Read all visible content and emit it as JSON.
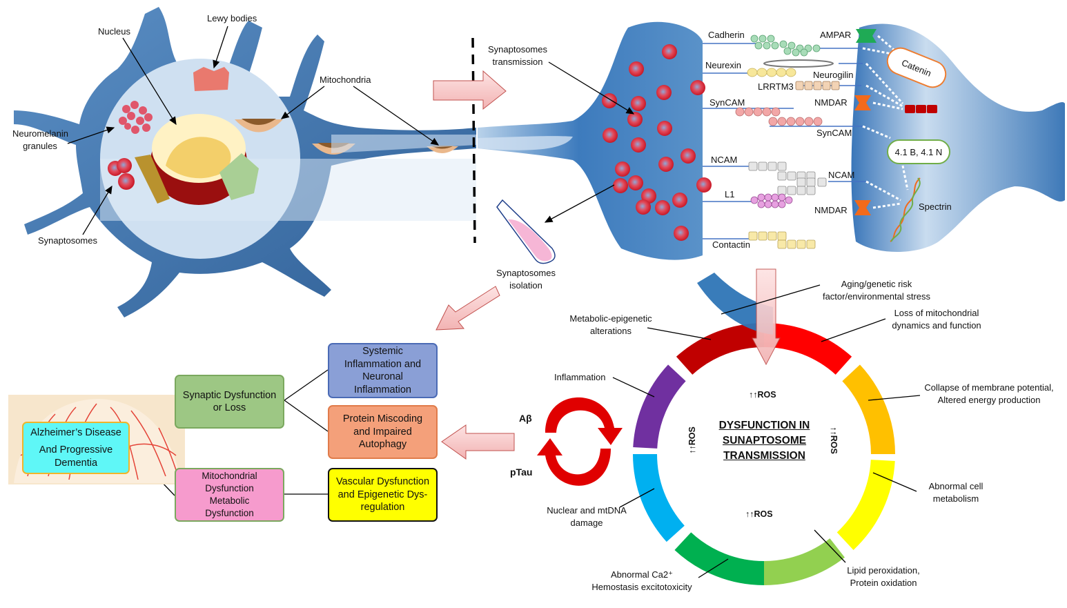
{
  "neuron_labels": {
    "nucleus": "Nucleus",
    "lewy_bodies": "Lewy bodies",
    "mitochondria": "Mitochondria",
    "neuromelanin": [
      "Neuromelanin",
      "granules"
    ],
    "synaptosomes": "Synaptosomes"
  },
  "synapse_labels": {
    "transmission": [
      "Synaptosomes",
      "transmission"
    ],
    "isolation": [
      "Synaptosomes",
      "isolation"
    ]
  },
  "molecules": {
    "cadherin": "Cadherin",
    "neurexin": "Neurexin",
    "syncam_left": "SynCAM",
    "ncam_left": "NCAM",
    "l1": "L1",
    "contactin": "Contactin",
    "ampar": "AMPAR",
    "neurogilin": "Neurogilin",
    "lrrtm3": "LRRTM3",
    "nmdar_top": "NMDAR",
    "syncam_right": "SynCAM",
    "ncam_right": "NCAM",
    "nmdar_bottom": "NMDAR",
    "catenin": "Catenin",
    "protein41": "4.1 B, 4.1 N",
    "spectrin": "Spectrin"
  },
  "flowchart": {
    "root": [
      "Alzheimer’s Disease",
      "And Progressive",
      "Dementia"
    ],
    "synaptic": [
      "Synaptic Dysfunction",
      "or Loss"
    ],
    "mito": [
      "Mitochondrial",
      "Dysfunction",
      "Metabolic",
      "Dysfunction"
    ],
    "systemic": [
      "Systemic",
      "Inflammation and",
      "Neuronal",
      "Inflammation"
    ],
    "protein": [
      "Protein Miscoding",
      "and Impaired",
      "Autophagy"
    ],
    "vascular": [
      "Vascular Dysfunction",
      "and Epigenetic Dys-",
      "regulation"
    ],
    "colors": {
      "root": "#5ff7f7",
      "synaptic": "#9dc784",
      "mito": "#f69bcd",
      "systemic": "#8a9fd6",
      "protein": "#f4a07a",
      "vascular": "#ffff00"
    }
  },
  "cycle": {
    "title": [
      "DYSFUNCTION IN",
      "SUNAPTOSOME",
      "TRANSMISSION"
    ],
    "ros_label": "↑↑ROS",
    "ab": "Aβ",
    "ptau": "pTau",
    "segments": [
      {
        "label": [
          "Aging/genetic risk",
          "factor/environmental stress"
        ],
        "color": "#2e75b6"
      },
      {
        "label": [
          "Loss of mitochondrial",
          "dynamics and function"
        ],
        "color": "#ff0000"
      },
      {
        "label": [
          "Collapse of membrane potential,",
          "Altered energy production"
        ],
        "color": "#ffc000"
      },
      {
        "label": [
          "Abnormal cell",
          "metabolism"
        ],
        "color": "#ffff00"
      },
      {
        "label": [
          "Lipid peroxidation,",
          "Protein oxidation"
        ],
        "color": "#92d050"
      },
      {
        "label": [
          "Abnormal Ca2⁺",
          "Hemostasis excitotoxicity"
        ],
        "color": "#00b050"
      },
      {
        "label": [
          "Nuclear and mtDNA",
          "damage"
        ],
        "color": "#00b0f0"
      },
      {
        "label": [
          "Inflammation"
        ],
        "color": "#7030a0"
      },
      {
        "label": [
          "Metabolic-epigenetic",
          "alterations"
        ],
        "color": "#c00000"
      }
    ]
  }
}
